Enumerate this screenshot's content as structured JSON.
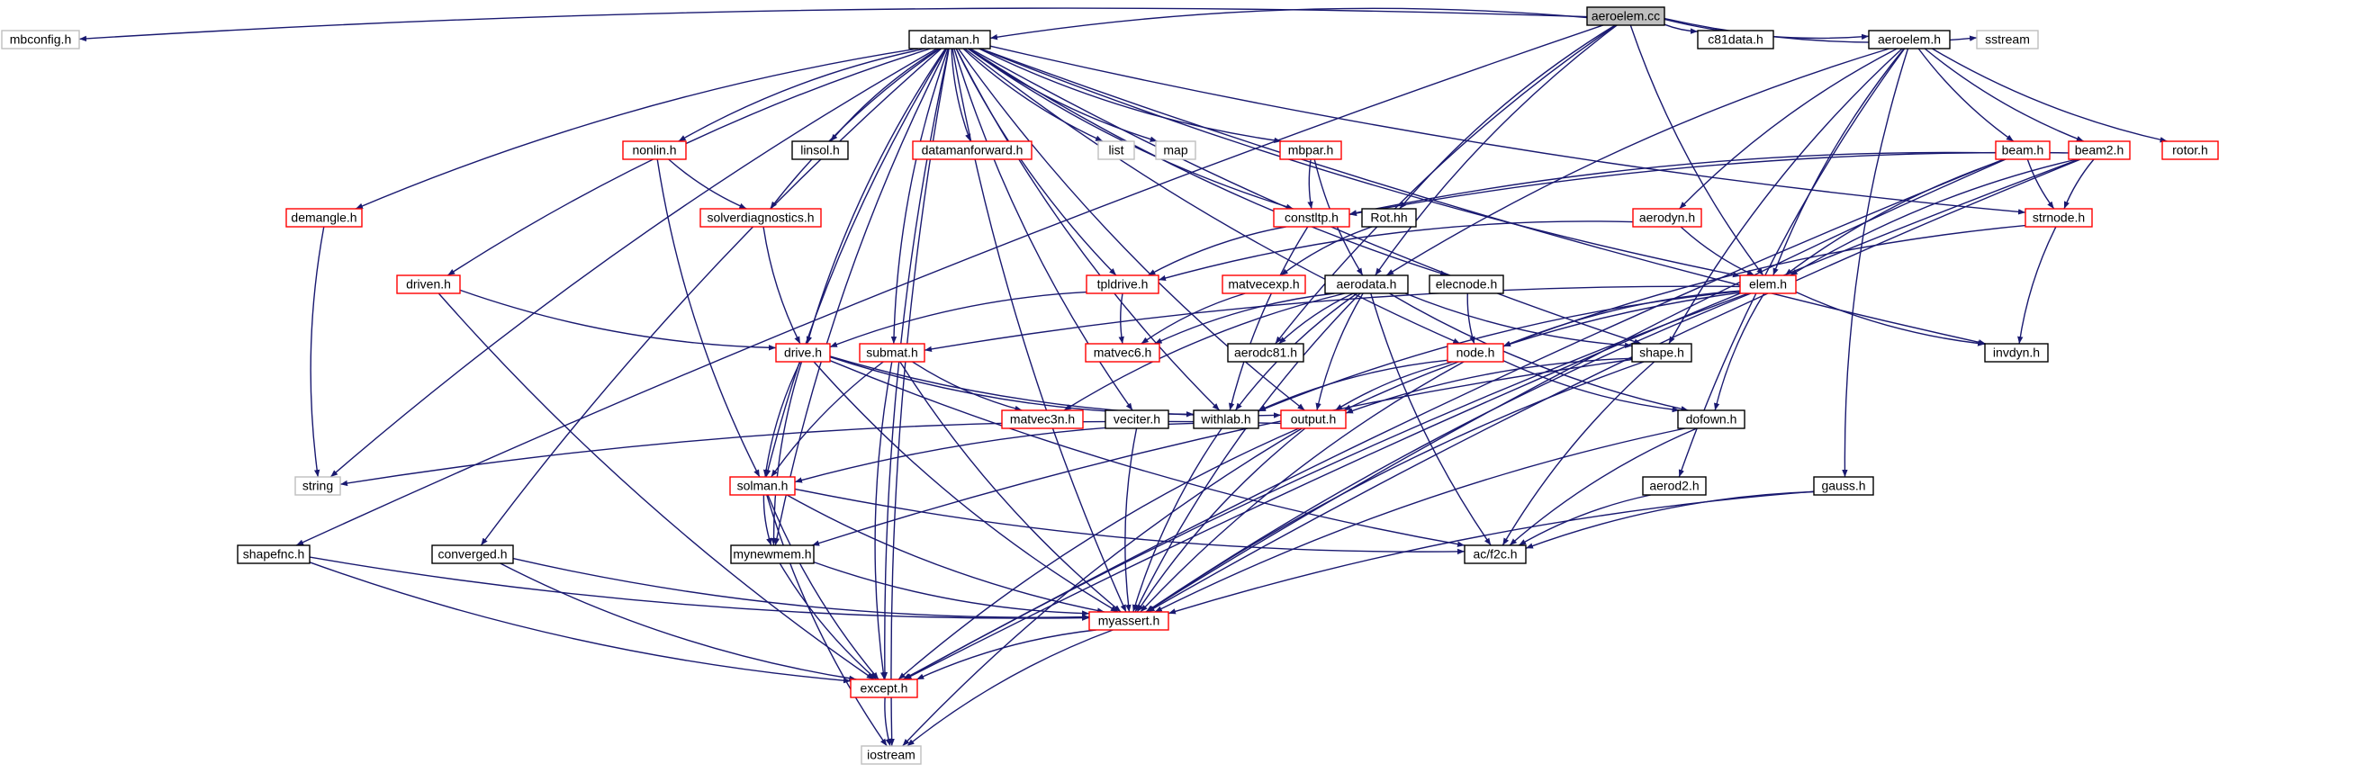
{
  "colors": {
    "edge": "#191970",
    "border_documented": "#000000",
    "border_undocumented": "#ff0000",
    "border_external": "#bfbfbf",
    "fill_root": "#bfbfbf",
    "fill_default": "#ffffff"
  },
  "nodes": [
    {
      "id": "aeroelem_cc",
      "label": "aeroelem.cc",
      "kind": "root"
    },
    {
      "id": "mbconfig_h",
      "label": "mbconfig.h",
      "kind": "external"
    },
    {
      "id": "dataman_h",
      "label": "dataman.h",
      "kind": "documented"
    },
    {
      "id": "c81data_h",
      "label": "c81data.h",
      "kind": "documented"
    },
    {
      "id": "aeroelem_h",
      "label": "aeroelem.h",
      "kind": "documented"
    },
    {
      "id": "sstream",
      "label": "sstream",
      "kind": "external"
    },
    {
      "id": "nonlin_h",
      "label": "nonlin.h",
      "kind": "undocumented"
    },
    {
      "id": "linsol_h",
      "label": "linsol.h",
      "kind": "documented"
    },
    {
      "id": "datamanforward_h",
      "label": "datamanforward.h",
      "kind": "undocumented"
    },
    {
      "id": "list",
      "label": "list",
      "kind": "external"
    },
    {
      "id": "map",
      "label": "map",
      "kind": "external"
    },
    {
      "id": "mbpar_h",
      "label": "mbpar.h",
      "kind": "undocumented"
    },
    {
      "id": "beam_h",
      "label": "beam.h",
      "kind": "undocumented"
    },
    {
      "id": "beam2_h",
      "label": "beam2.h",
      "kind": "undocumented"
    },
    {
      "id": "rotor_h",
      "label": "rotor.h",
      "kind": "undocumented"
    },
    {
      "id": "demangle_h",
      "label": "demangle.h",
      "kind": "undocumented"
    },
    {
      "id": "solverdiagnostics_h",
      "label": "solverdiagnostics.h",
      "kind": "undocumented"
    },
    {
      "id": "constltp_h",
      "label": "constltp.h",
      "kind": "undocumented"
    },
    {
      "id": "rot_hh",
      "label": "Rot.hh",
      "kind": "documented"
    },
    {
      "id": "aerodyn_h",
      "label": "aerodyn.h",
      "kind": "undocumented"
    },
    {
      "id": "strnode_h",
      "label": "strnode.h",
      "kind": "undocumented"
    },
    {
      "id": "driven_h",
      "label": "driven.h",
      "kind": "undocumented"
    },
    {
      "id": "tpldrive_h",
      "label": "tpldrive.h",
      "kind": "undocumented"
    },
    {
      "id": "matvecexp_h",
      "label": "matvecexp.h",
      "kind": "undocumented"
    },
    {
      "id": "aerodata_h",
      "label": "aerodata.h",
      "kind": "documented"
    },
    {
      "id": "elecnode_h",
      "label": "elecnode.h",
      "kind": "documented"
    },
    {
      "id": "elem_h",
      "label": "elem.h",
      "kind": "undocumented"
    },
    {
      "id": "drive_h",
      "label": "drive.h",
      "kind": "undocumented"
    },
    {
      "id": "submat_h",
      "label": "submat.h",
      "kind": "undocumented"
    },
    {
      "id": "matvec6_h",
      "label": "matvec6.h",
      "kind": "undocumented"
    },
    {
      "id": "aerodc81_h",
      "label": "aerodc81.h",
      "kind": "documented"
    },
    {
      "id": "node_h",
      "label": "node.h",
      "kind": "undocumented"
    },
    {
      "id": "shape_h",
      "label": "shape.h",
      "kind": "documented"
    },
    {
      "id": "invdyn_h",
      "label": "invdyn.h",
      "kind": "documented"
    },
    {
      "id": "matvec3n_h",
      "label": "matvec3n.h",
      "kind": "undocumented"
    },
    {
      "id": "veciter_h",
      "label": "veciter.h",
      "kind": "documented"
    },
    {
      "id": "withlab_h",
      "label": "withlab.h",
      "kind": "documented"
    },
    {
      "id": "output_h",
      "label": "output.h",
      "kind": "undocumented"
    },
    {
      "id": "dofown_h",
      "label": "dofown.h",
      "kind": "documented"
    },
    {
      "id": "string",
      "label": "string",
      "kind": "external"
    },
    {
      "id": "solman_h",
      "label": "solman.h",
      "kind": "undocumented"
    },
    {
      "id": "aerod2_h",
      "label": "aerod2.h",
      "kind": "documented"
    },
    {
      "id": "gauss_h",
      "label": "gauss.h",
      "kind": "documented"
    },
    {
      "id": "shapefnc_h",
      "label": "shapefnc.h",
      "kind": "documented"
    },
    {
      "id": "converged_h",
      "label": "converged.h",
      "kind": "documented"
    },
    {
      "id": "mynewmem_h",
      "label": "mynewmem.h",
      "kind": "documented"
    },
    {
      "id": "acf2c_h",
      "label": "ac/f2c.h",
      "kind": "documented"
    },
    {
      "id": "myassert_h",
      "label": "myassert.h",
      "kind": "undocumented"
    },
    {
      "id": "except_h",
      "label": "except.h",
      "kind": "undocumented"
    },
    {
      "id": "iostream",
      "label": "iostream",
      "kind": "external"
    }
  ],
  "edges": [
    [
      "aeroelem_cc",
      "mbconfig_h"
    ],
    [
      "aeroelem_cc",
      "dataman_h"
    ],
    [
      "aeroelem_cc",
      "c81data_h"
    ],
    [
      "aeroelem_cc",
      "aeroelem_h"
    ],
    [
      "aeroelem_cc",
      "sstream"
    ],
    [
      "aeroelem_cc",
      "rot_hh"
    ],
    [
      "aeroelem_cc",
      "aerodata_h"
    ],
    [
      "aeroelem_cc",
      "elem_h"
    ],
    [
      "aeroelem_cc",
      "shapefnc_h"
    ],
    [
      "aeroelem_cc",
      "aerodc81_h"
    ],
    [
      "dataman_h",
      "nonlin_h"
    ],
    [
      "dataman_h",
      "linsol_h"
    ],
    [
      "dataman_h",
      "datamanforward_h"
    ],
    [
      "dataman_h",
      "list"
    ],
    [
      "dataman_h",
      "map"
    ],
    [
      "dataman_h",
      "mbpar_h"
    ],
    [
      "dataman_h",
      "demangle_h"
    ],
    [
      "dataman_h",
      "solverdiagnostics_h"
    ],
    [
      "dataman_h",
      "constltp_h"
    ],
    [
      "dataman_h",
      "driven_h"
    ],
    [
      "dataman_h",
      "tpldrive_h"
    ],
    [
      "dataman_h",
      "elecnode_h"
    ],
    [
      "dataman_h",
      "elem_h"
    ],
    [
      "dataman_h",
      "drive_h"
    ],
    [
      "dataman_h",
      "submat_h"
    ],
    [
      "dataman_h",
      "node_h"
    ],
    [
      "dataman_h",
      "shape_h"
    ],
    [
      "dataman_h",
      "invdyn_h"
    ],
    [
      "dataman_h",
      "veciter_h"
    ],
    [
      "dataman_h",
      "withlab_h"
    ],
    [
      "dataman_h",
      "output_h"
    ],
    [
      "dataman_h",
      "string"
    ],
    [
      "dataman_h",
      "solman_h"
    ],
    [
      "dataman_h",
      "converged_h"
    ],
    [
      "dataman_h",
      "mynewmem_h"
    ],
    [
      "dataman_h",
      "myassert_h"
    ],
    [
      "dataman_h",
      "except_h"
    ],
    [
      "dataman_h",
      "iostream"
    ],
    [
      "dataman_h",
      "strnode_h"
    ],
    [
      "aeroelem_h",
      "beam_h"
    ],
    [
      "aeroelem_h",
      "beam2_h"
    ],
    [
      "aeroelem_h",
      "rotor_h"
    ],
    [
      "aeroelem_h",
      "aerodyn_h"
    ],
    [
      "aeroelem_h",
      "aerodata_h"
    ],
    [
      "aeroelem_h",
      "elem_h"
    ],
    [
      "aeroelem_h",
      "shape_h"
    ],
    [
      "aeroelem_h",
      "aerod2_h"
    ],
    [
      "aeroelem_h",
      "gauss_h"
    ],
    [
      "nonlin_h",
      "solverdiagnostics_h"
    ],
    [
      "nonlin_h",
      "solman_h"
    ],
    [
      "mbpar_h",
      "constltp_h"
    ],
    [
      "mbpar_h",
      "aerodata_h"
    ],
    [
      "beam_h",
      "constltp_h"
    ],
    [
      "beam_h",
      "strnode_h"
    ],
    [
      "beam_h",
      "elem_h"
    ],
    [
      "beam_h",
      "myassert_h"
    ],
    [
      "beam_h",
      "except_h"
    ],
    [
      "beam2_h",
      "constltp_h"
    ],
    [
      "beam2_h",
      "strnode_h"
    ],
    [
      "beam2_h",
      "elem_h"
    ],
    [
      "beam2_h",
      "myassert_h"
    ],
    [
      "beam2_h",
      "except_h"
    ],
    [
      "demangle_h",
      "string"
    ],
    [
      "solverdiagnostics_h",
      "drive_h"
    ],
    [
      "constltp_h",
      "tpldrive_h"
    ],
    [
      "constltp_h",
      "withlab_h"
    ],
    [
      "rot_hh",
      "matvecexp_h"
    ],
    [
      "aerodyn_h",
      "elem_h"
    ],
    [
      "aerodyn_h",
      "tpldrive_h"
    ],
    [
      "strnode_h",
      "node_h"
    ],
    [
      "strnode_h",
      "invdyn_h"
    ],
    [
      "driven_h",
      "drive_h"
    ],
    [
      "driven_h",
      "except_h"
    ],
    [
      "tpldrive_h",
      "drive_h"
    ],
    [
      "tpldrive_h",
      "matvec6_h"
    ],
    [
      "matvecexp_h",
      "matvec6_h"
    ],
    [
      "aerodata_h",
      "matvec6_h"
    ],
    [
      "aerodata_h",
      "aerodc81_h"
    ],
    [
      "aerodata_h",
      "matvec3n_h"
    ],
    [
      "aerodata_h",
      "withlab_h"
    ],
    [
      "aerodata_h",
      "shape_h"
    ],
    [
      "aerodata_h",
      "dofown_h"
    ],
    [
      "aerodata_h",
      "acf2c_h"
    ],
    [
      "aerodata_h",
      "myassert_h"
    ],
    [
      "aerodata_h",
      "output_h"
    ],
    [
      "elecnode_h",
      "node_h"
    ],
    [
      "elem_h",
      "node_h"
    ],
    [
      "elem_h",
      "submat_h"
    ],
    [
      "elem_h",
      "invdyn_h"
    ],
    [
      "elem_h",
      "dofown_h"
    ],
    [
      "elem_h",
      "withlab_h"
    ],
    [
      "elem_h",
      "output_h"
    ],
    [
      "elem_h",
      "myassert_h"
    ],
    [
      "elem_h",
      "except_h"
    ],
    [
      "drive_h",
      "withlab_h"
    ],
    [
      "drive_h",
      "output_h"
    ],
    [
      "drive_h",
      "solman_h"
    ],
    [
      "drive_h",
      "mynewmem_h"
    ],
    [
      "drive_h",
      "myassert_h"
    ],
    [
      "drive_h",
      "acf2c_h"
    ],
    [
      "submat_h",
      "matvec3n_h"
    ],
    [
      "submat_h",
      "solman_h"
    ],
    [
      "submat_h",
      "myassert_h"
    ],
    [
      "submat_h",
      "except_h"
    ],
    [
      "node_h",
      "withlab_h"
    ],
    [
      "node_h",
      "output_h"
    ],
    [
      "node_h",
      "dofown_h"
    ],
    [
      "node_h",
      "myassert_h"
    ],
    [
      "shape_h",
      "output_h"
    ],
    [
      "shape_h",
      "mynewmem_h"
    ],
    [
      "shape_h",
      "acf2c_h"
    ],
    [
      "shape_h",
      "myassert_h"
    ],
    [
      "veciter_h",
      "myassert_h"
    ],
    [
      "withlab_h",
      "string"
    ],
    [
      "withlab_h",
      "myassert_h"
    ],
    [
      "output_h",
      "solman_h"
    ],
    [
      "output_h",
      "myassert_h"
    ],
    [
      "output_h",
      "except_h"
    ],
    [
      "output_h",
      "iostream"
    ],
    [
      "dofown_h",
      "acf2c_h"
    ],
    [
      "dofown_h",
      "myassert_h"
    ],
    [
      "solman_h",
      "mynewmem_h"
    ],
    [
      "solman_h",
      "myassert_h"
    ],
    [
      "solman_h",
      "except_h"
    ],
    [
      "solman_h",
      "acf2c_h"
    ],
    [
      "solman_h",
      "iostream"
    ],
    [
      "aerod2_h",
      "acf2c_h"
    ],
    [
      "gauss_h",
      "acf2c_h"
    ],
    [
      "gauss_h",
      "myassert_h"
    ],
    [
      "shapefnc_h",
      "myassert_h"
    ],
    [
      "shapefnc_h",
      "except_h"
    ],
    [
      "converged_h",
      "myassert_h"
    ],
    [
      "converged_h",
      "except_h"
    ],
    [
      "mynewmem_h",
      "myassert_h"
    ],
    [
      "mynewmem_h",
      "except_h"
    ],
    [
      "myassert_h",
      "except_h"
    ],
    [
      "myassert_h",
      "iostream"
    ],
    [
      "except_h",
      "iostream"
    ]
  ]
}
